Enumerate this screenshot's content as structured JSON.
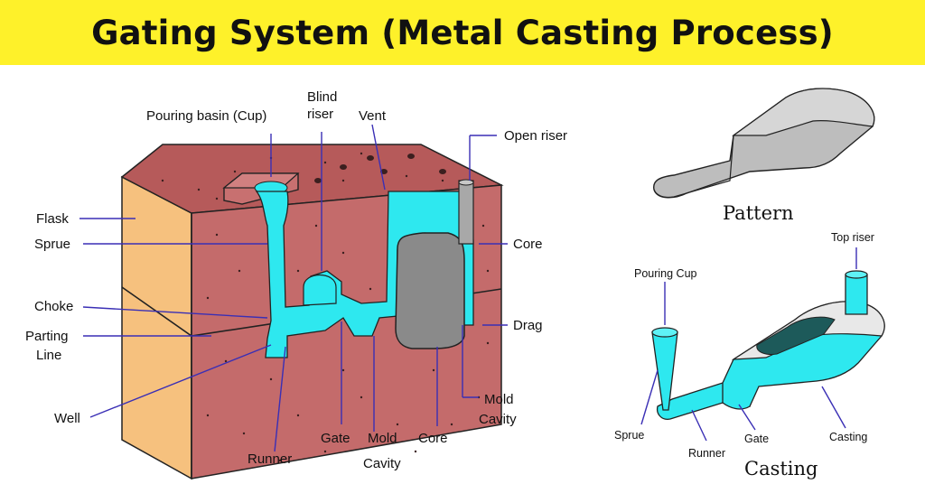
{
  "title": "Gating System (Metal Casting Process)",
  "colors": {
    "banner": "#fef12a",
    "flask": "#f6c17e",
    "sand_top": "#b85e5e",
    "sand_front": "#c46b6b",
    "molten": "#2ee8ef",
    "core": "#8a8a8a",
    "leader": "#3a2fb5"
  },
  "mold_labels": {
    "pouring_basin": "Pouring basin (Cup)",
    "blind_riser_1": "Blind",
    "blind_riser_2": "riser",
    "vent": "Vent",
    "open_riser": "Open riser",
    "flask": "Flask",
    "sprue": "Sprue",
    "core_right": "Core",
    "choke": "Choke",
    "drag": "Drag",
    "parting_line_1": "Parting",
    "parting_line_2": "Line",
    "well": "Well",
    "mold_cavity_right_1": "Mold",
    "mold_cavity_right_2": "Cavity",
    "runner": "Runner",
    "gate": "Gate",
    "mold_cavity_bottom_1": "Mold",
    "mold_cavity_bottom_2": "Cavity",
    "core_bottom": "Core"
  },
  "pattern_label": "Pattern",
  "casting_labels": {
    "top_riser": "Top riser",
    "pouring_cup": "Pouring Cup",
    "sprue": "Sprue",
    "runner": "Runner",
    "gate": "Gate",
    "casting": "Casting",
    "title": "Casting"
  }
}
